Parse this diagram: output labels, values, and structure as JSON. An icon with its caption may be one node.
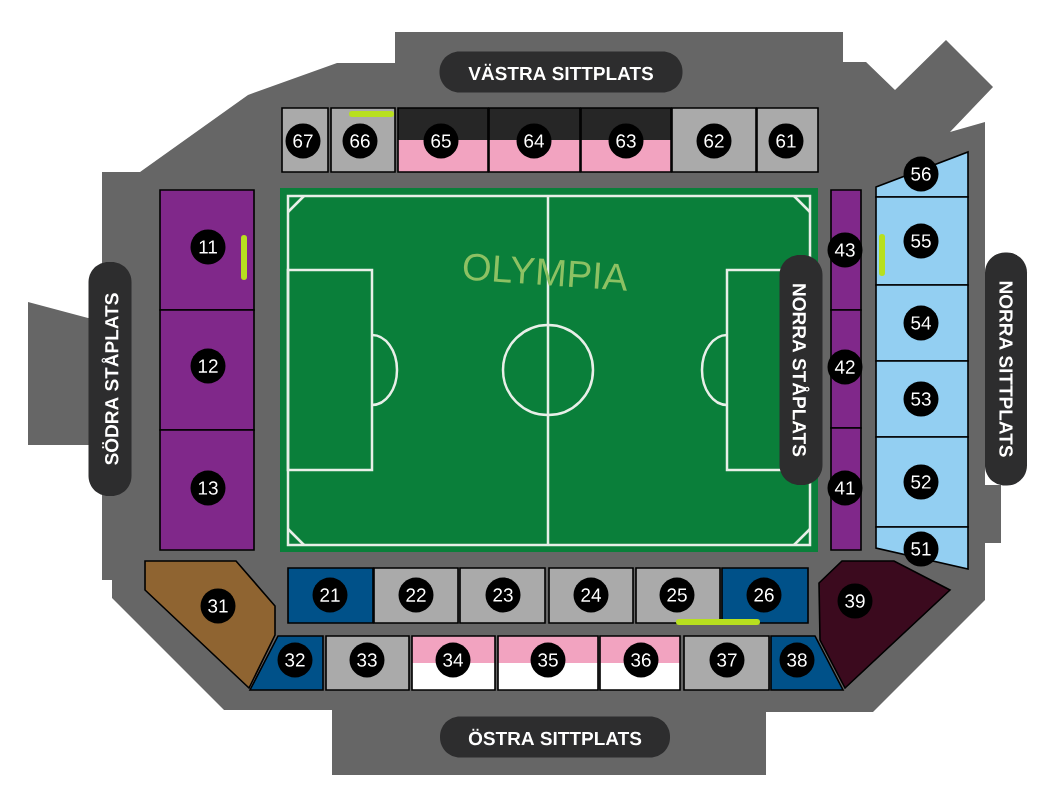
{
  "diagram": {
    "nodes": [
      {
        "text": [
          "VÄSTRA SITTPLATS"
        ]
      },
      {
        "text": [
          "67"
        ]
      },
      {
        "text": [
          "66"
        ]
      },
      {
        "text": [
          "65"
        ]
      },
      {
        "text": [
          "64"
        ]
      },
      {
        "text": [
          "63"
        ]
      },
      {
        "text": [
          "62"
        ]
      },
      {
        "text": [
          "61"
        ]
      },
      {
        "text": [
          "SÖDRA STÅPLATS"
        ]
      },
      {
        "text": [
          "11"
        ]
      },
      {
        "text": [
          "12"
        ]
      },
      {
        "text": [
          "13"
        ]
      },
      {
        "text": [
          "OLYMPIA"
        ]
      },
      {
        "text": [
          "NORRA STÅPLATS"
        ]
      },
      {
        "text": [
          "43"
        ]
      },
      {
        "text": [
          "42"
        ]
      },
      {
        "text": [
          "41"
        ]
      },
      {
        "text": [
          "56"
        ]
      },
      {
        "text": [
          "55"
        ]
      },
      {
        "text": [
          "54"
        ]
      },
      {
        "text": [
          "53"
        ]
      },
      {
        "text": [
          "52"
        ]
      },
      {
        "text": [
          "51"
        ]
      },
      {
        "text": [
          "NORRA SITTPLATS"
        ]
      },
      {
        "text": [
          "31"
        ]
      },
      {
        "text": [
          "21"
        ]
      },
      {
        "text": [
          "22"
        ]
      },
      {
        "text": [
          "23"
        ]
      },
      {
        "text": [
          "24"
        ]
      },
      {
        "text": [
          "25"
        ]
      },
      {
        "text": [
          "26"
        ]
      },
      {
        "text": [
          "39"
        ]
      },
      {
        "text": [
          "32"
        ]
      },
      {
        "text": [
          "33"
        ]
      },
      {
        "text": [
          "34"
        ]
      },
      {
        "text": [
          "35"
        ]
      },
      {
        "text": [
          "36"
        ]
      },
      {
        "text": [
          "37"
        ]
      },
      {
        "text": [
          "38"
        ]
      },
      {
        "text": [
          "ÖSTRA SITTPLATS"
        ]
      }
    ]
  }
}
